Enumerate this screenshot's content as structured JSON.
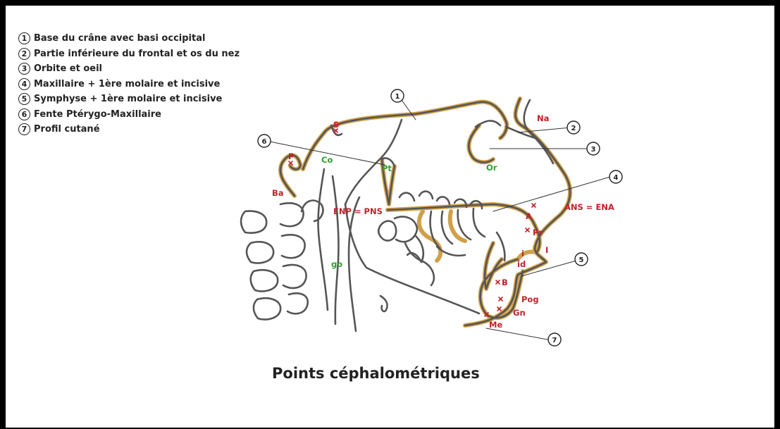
{
  "legend": [
    {
      "num": "1",
      "text": "Base du crâne avec basi occipital"
    },
    {
      "num": "2",
      "text": "Partie inférieure du frontal et os du nez"
    },
    {
      "num": "3",
      "text": "Orbite et oeil"
    },
    {
      "num": "4",
      "text": "Maxillaire + 1ère molaire et incisive"
    },
    {
      "num": "5",
      "text": "Symphyse + 1ère molaire et incisive"
    },
    {
      "num": "6",
      "text": "Fente Ptérygo-Maxillaire"
    },
    {
      "num": "7",
      "text": "Profil cutané"
    }
  ],
  "title": "Points céphalométriques",
  "points": {
    "s": "S",
    "p": "P",
    "ba": "Ba",
    "co": "Co",
    "pt": "Pt",
    "or": "Or",
    "na": "Na",
    "enp": "ENP = PNS",
    "ans": "ANS = ENA",
    "a": "A",
    "pr": "Pr",
    "i_upper": "I",
    "i_lower": "i",
    "id": "id",
    "go": "go",
    "b": "B",
    "pog": "Pog",
    "gn": "Gn",
    "me": "Me"
  },
  "callouts": {
    "c1": "1",
    "c2": "2",
    "c3": "3",
    "c4": "4",
    "c5": "5",
    "c6": "6",
    "c7": "7"
  },
  "colors": {
    "outline": "#555555",
    "highlight": "#c8902a",
    "red": "#c0222b",
    "green": "#2f9e2f"
  }
}
